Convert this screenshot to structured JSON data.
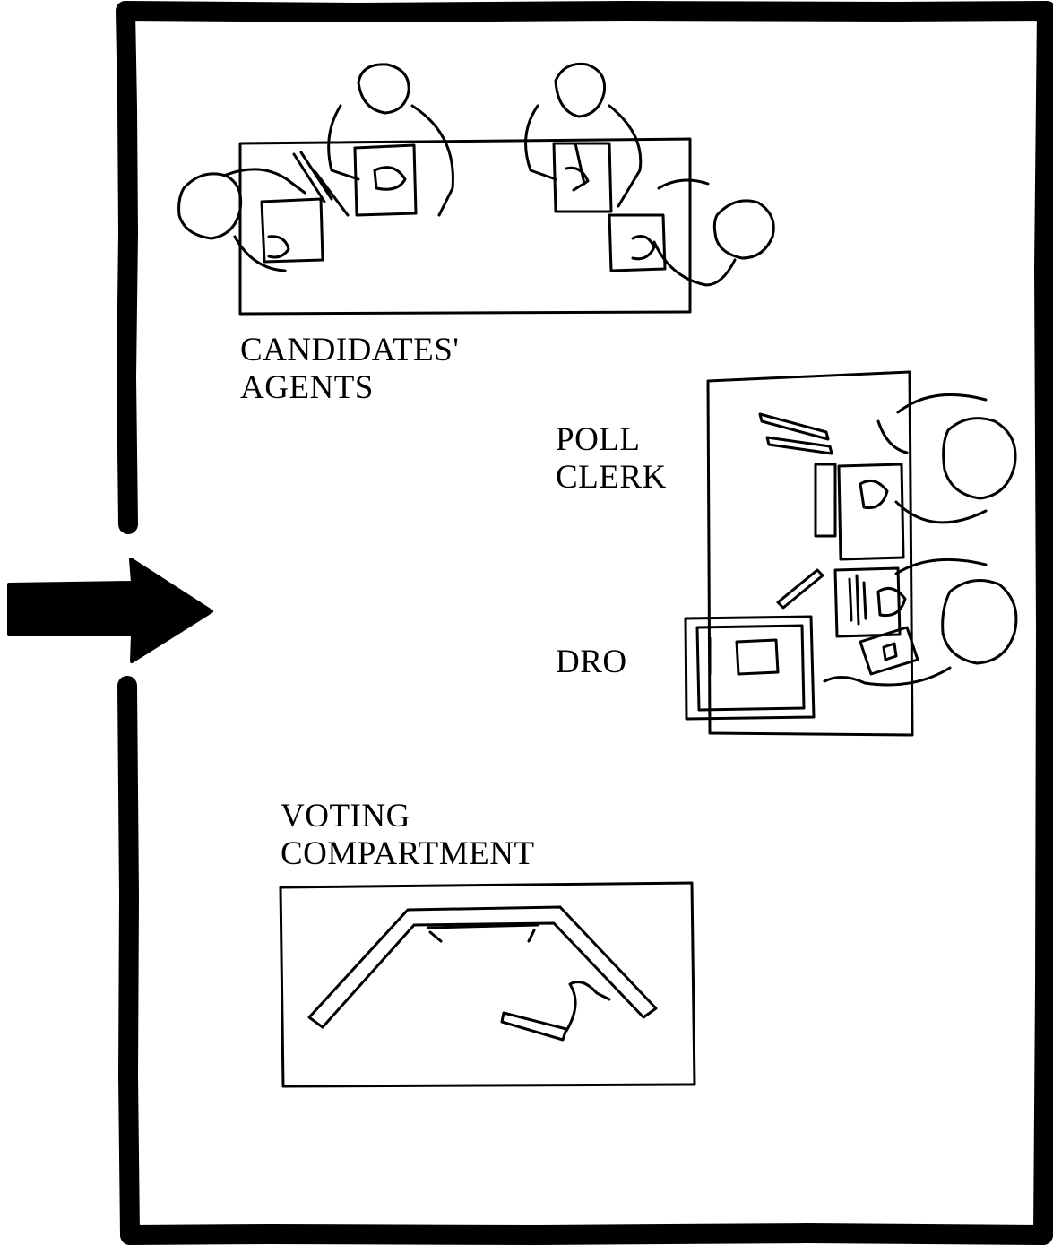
{
  "labels": {
    "agents_line1": "CANDIDATES'",
    "agents_line2": "AGENTS",
    "poll_clerk_line1": "POLL",
    "poll_clerk_line2": "CLERK",
    "dro": "DRO",
    "voting_line1": "VOTING",
    "voting_line2": "COMPARTMENT"
  },
  "colors": {
    "ink": "#000000",
    "paper": "#ffffff"
  },
  "icons": {
    "entrance": "entrance-arrow-icon",
    "agents": "agents-table-illustration",
    "officials": "officials-table-illustration",
    "ballot_box": "ballot-box-icon",
    "compartment": "voting-compartment-illustration"
  }
}
